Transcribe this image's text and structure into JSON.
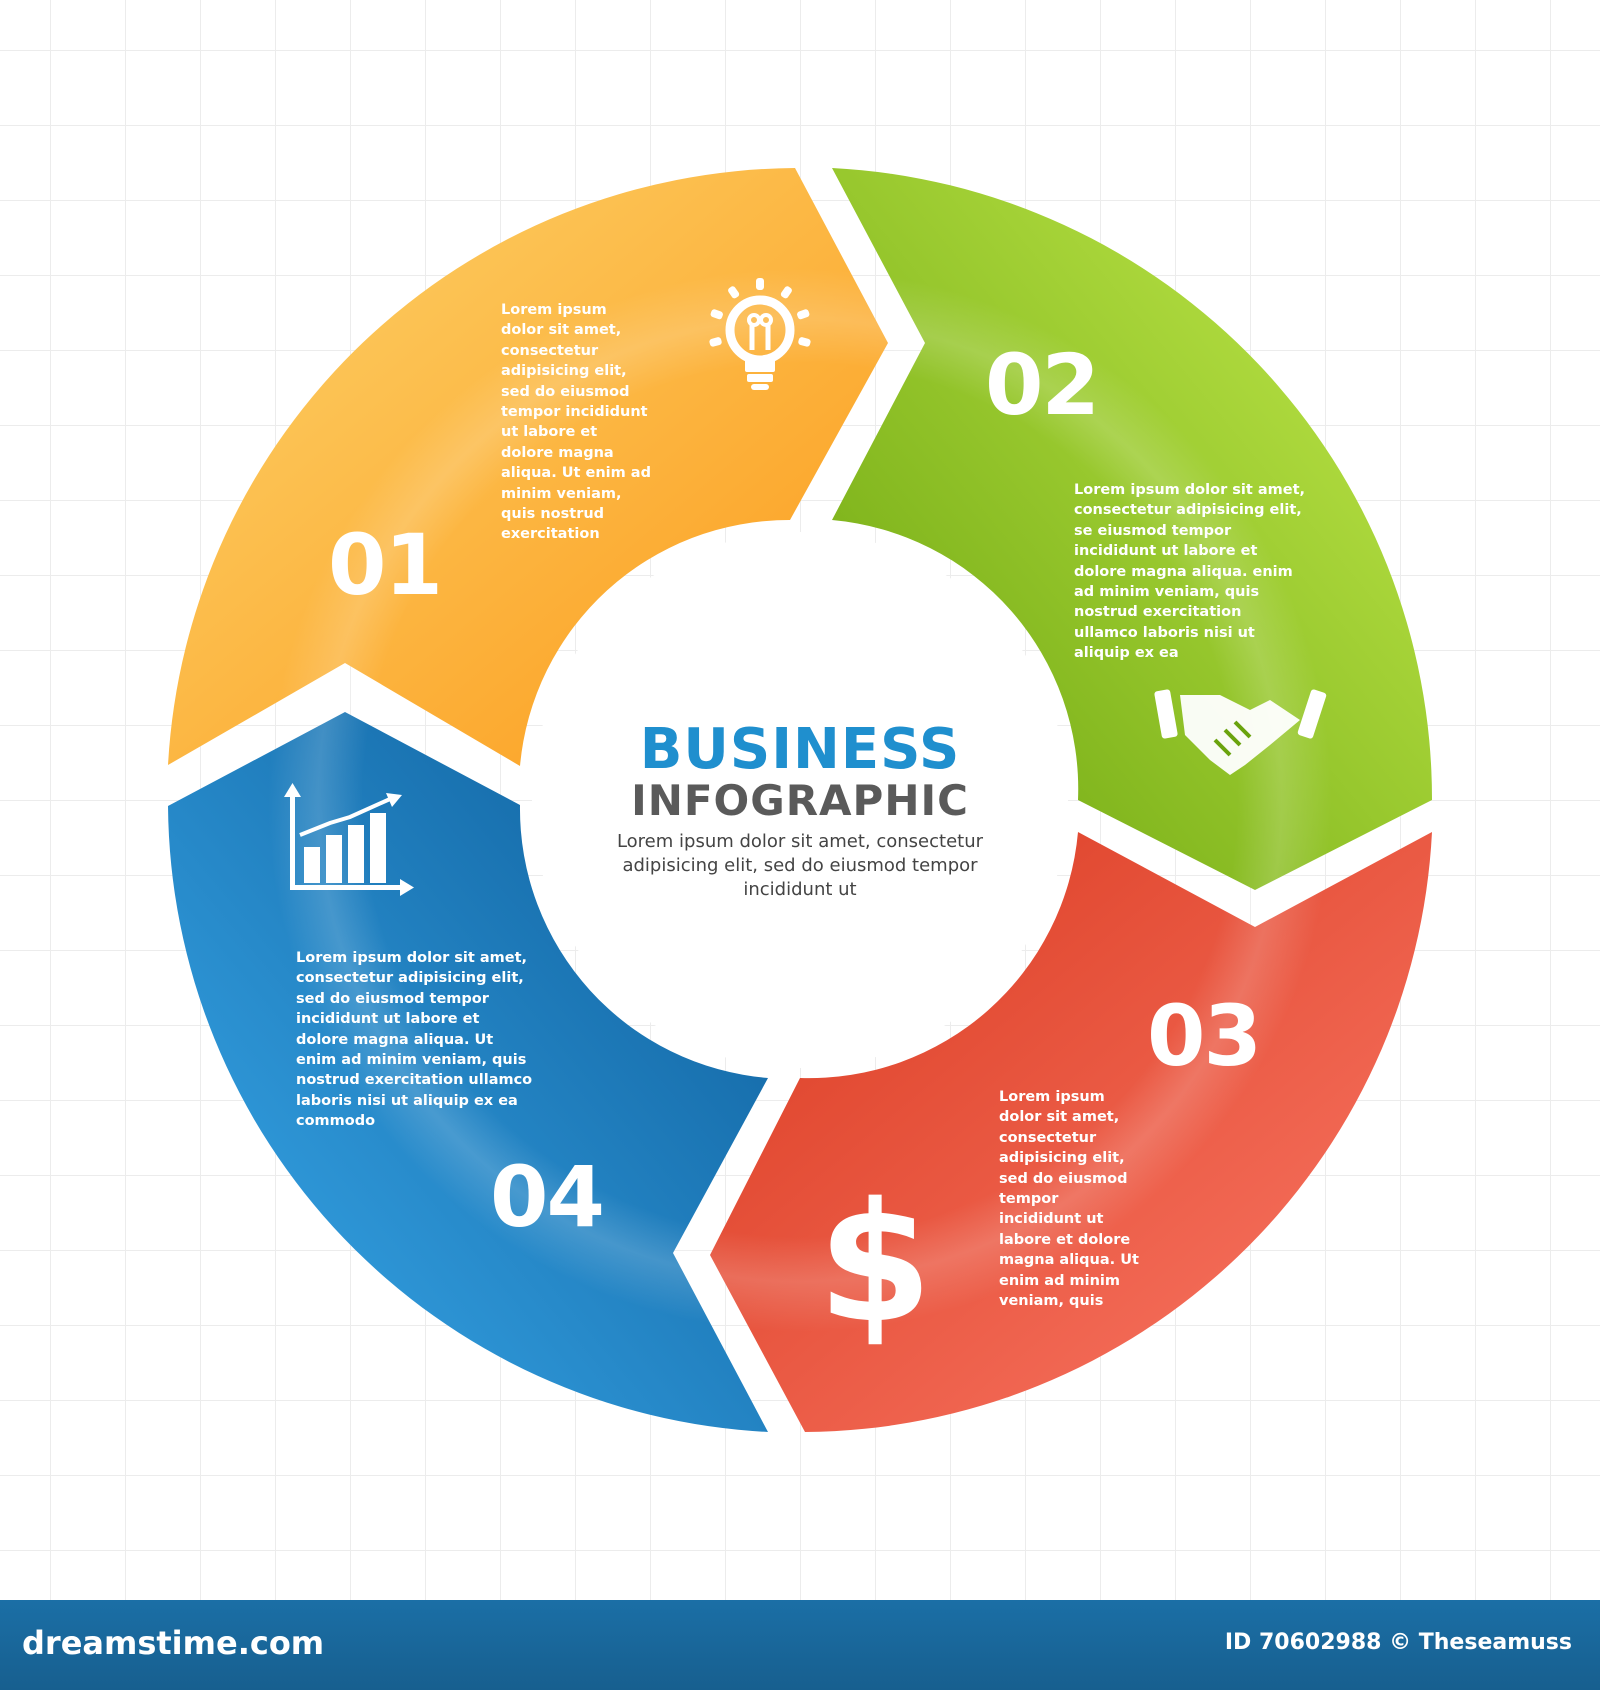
{
  "center": {
    "title_line1": "BUSINESS",
    "title_line2": "INFOGRAPHIC",
    "description": "Lorem ipsum dolor sit amet, consectetur adipisicing elit, sed do eiusmod tempor incididunt ut"
  },
  "segments": [
    {
      "number": "01",
      "color_light": "#fdd36b",
      "color_dark": "#fb9a1a",
      "icon": "lightbulb-icon",
      "text": "Lorem ipsum dolor sit amet, consectetur adipisicing elit, sed do eiusmod tempor incididunt ut labore et dolore magna aliqua. Ut enim ad minim veniam, quis nostrud exercitation"
    },
    {
      "number": "02",
      "color_light": "#c5ec4e",
      "color_dark": "#6aa30d",
      "icon": "handshake-icon",
      "text": "Lorem ipsum dolor sit amet, consectetur adipisicing elit, se eiusmod tempor incididunt ut labore et dolore magna aliqua. enim ad minim veniam, quis nostrud exercitation ullamco laboris nisi ut aliquip ex ea"
    },
    {
      "number": "03",
      "color_light": "#fb7a68",
      "color_dark": "#d9391f",
      "icon": "dollar-icon",
      "text": "Lorem ipsum dolor sit amet, consectetur adipisicing elit, sed do eiusmod tempor incididunt ut labore et dolore magna aliqua. Ut enim ad minim veniam, quis"
    },
    {
      "number": "04",
      "color_light": "#3aabed",
      "color_dark": "#0c5b98",
      "icon": "bar-chart-icon",
      "text": "Lorem ipsum dolor sit amet, consectetur adipisicing elit, sed do eiusmod tempor incididunt ut labore et dolore magna aliqua. Ut enim ad minim veniam, quis nostrud exercitation ullamco laboris nisi ut aliquip ex ea commodo"
    }
  ],
  "footer": {
    "brand": "dreamstime.com",
    "credit": "ID 70602988 © Theseamuss"
  }
}
